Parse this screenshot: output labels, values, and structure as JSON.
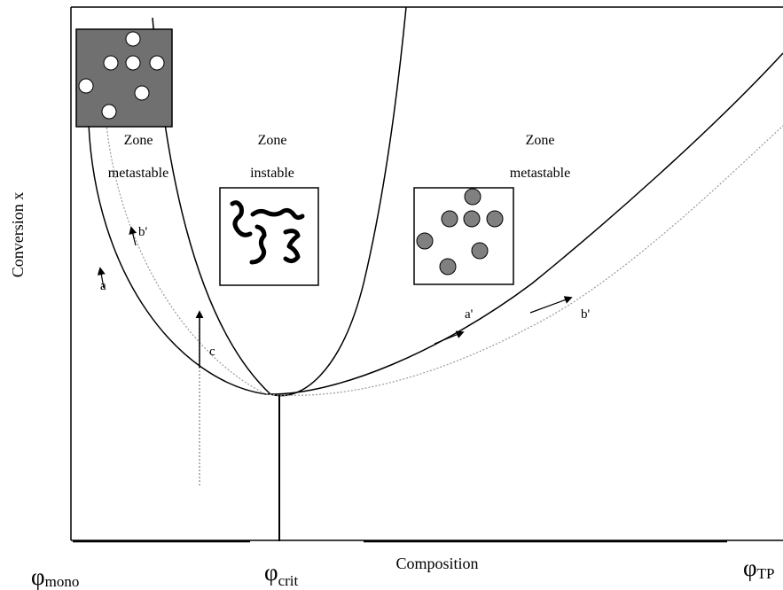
{
  "axes": {
    "y_label": "Conversion x",
    "x_label": "Composition"
  },
  "x_ticks": {
    "left": {
      "symbol": "φ",
      "sub": "mono"
    },
    "middle": {
      "symbol": "φ",
      "sub": "crit"
    },
    "right": {
      "symbol": "φ",
      "sub": "TP"
    }
  },
  "zones": {
    "left": {
      "title": "Zone",
      "subtitle": "metastable"
    },
    "middle": {
      "title": "Zone",
      "subtitle": "instable"
    },
    "right": {
      "title": "Zone",
      "subtitle": "metastable"
    }
  },
  "curve_labels": {
    "a": "a",
    "b_prime_left": "b'",
    "c": "c",
    "a_prime": "a'",
    "b_prime_right": "b'"
  },
  "colors": {
    "line": "#000000",
    "dotted": "#9a9a9a",
    "dispersion_fill": "#707070",
    "particle_fill": "#808080"
  }
}
